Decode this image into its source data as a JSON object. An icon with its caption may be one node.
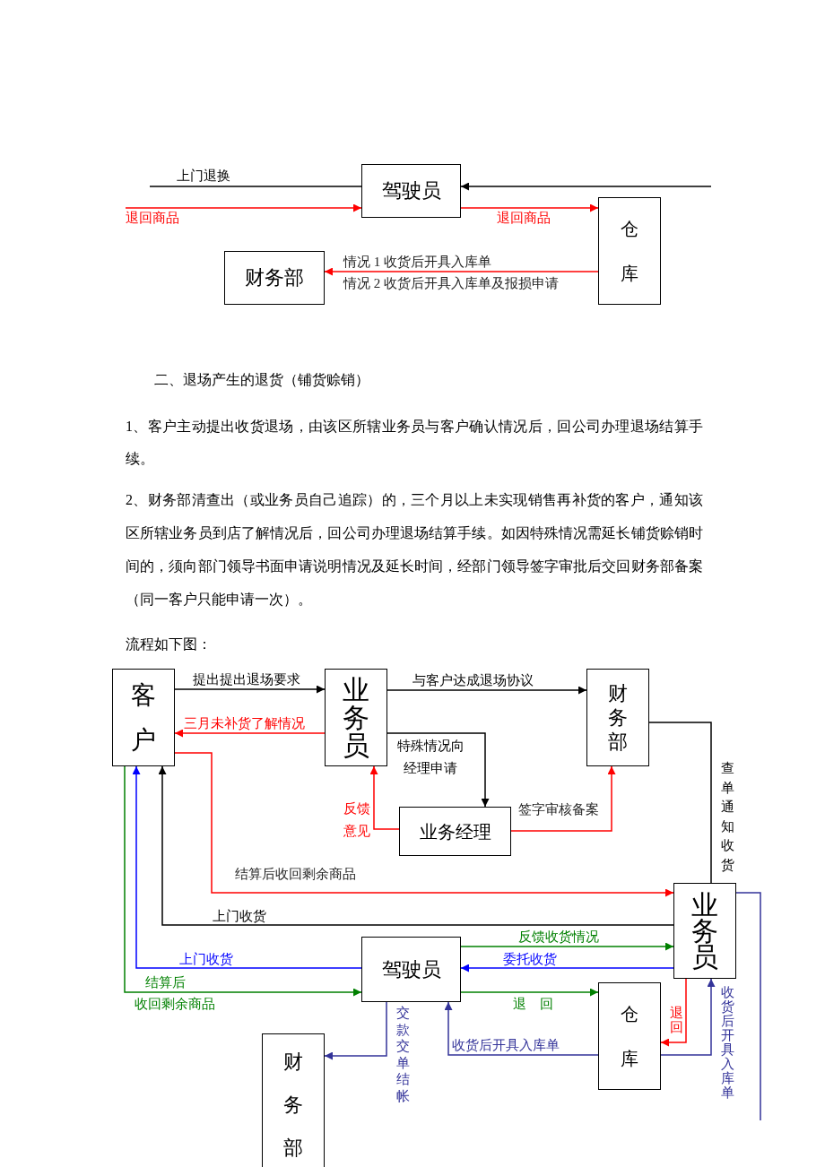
{
  "diagram": {
    "nodes": [
      {
        "text": [
          "驾驶员"
        ]
      },
      {
        "text": [
          "仓库"
        ]
      },
      {
        "text": [
          "财务部"
        ]
      },
      {
        "text": [
          "客户"
        ]
      },
      {
        "text": [
          "业务员"
        ]
      },
      {
        "text": [
          "财务部"
        ]
      },
      {
        "text": [
          "业务经理"
        ]
      },
      {
        "text": [
          "业务员"
        ]
      },
      {
        "text": [
          "驾驶员"
        ]
      },
      {
        "text": [
          "仓库"
        ]
      },
      {
        "text": [
          "财务部"
        ]
      }
    ],
    "edges": [
      {
        "from": null,
        "to": 0,
        "arrow": "none",
        "label": "上门退换",
        "color": "#000000"
      },
      {
        "from": null,
        "to": 0,
        "arrow": "to",
        "color": "#000000"
      },
      {
        "from": null,
        "to": 0,
        "arrow": "to",
        "label": "退回商品",
        "color": "#ff0000"
      },
      {
        "from": 0,
        "to": 1,
        "arrow": "to",
        "label": "退回商品",
        "color": "#ff0000"
      },
      {
        "from": 1,
        "to": 2,
        "arrow": "to",
        "label": "情况 1 收货后开具入库单",
        "color": "#ff0000"
      },
      {
        "from": 3,
        "to": 4,
        "arrow": "to",
        "label": "提出提出退场要求",
        "color": "#000000"
      },
      {
        "from": 4,
        "to": 3,
        "arrow": "to",
        "label": "三月未补货了解情况",
        "color": "#ff0000"
      },
      {
        "from": 4,
        "to": 5,
        "arrow": "to",
        "label": "与客户达成退场协议",
        "color": "#000000"
      },
      {
        "from": 4,
        "to": 6,
        "arrow": "to",
        "label": "特殊情况向经理申请",
        "color": "#000000"
      },
      {
        "from": 6,
        "to": 4,
        "arrow": "to",
        "label": "反馈意见",
        "color": "#ff0000"
      },
      {
        "from": 6,
        "to": 5,
        "arrow": "to",
        "label": "签字审核备案",
        "color": "#ff0000"
      },
      {
        "from": 5,
        "to": 7,
        "arrow": "none",
        "label": "查单通知收货",
        "color": "#000000"
      },
      {
        "from": 3,
        "to": 7,
        "arrow": "to",
        "label": "结算后收回剩余商品",
        "color": "#ff0000"
      },
      {
        "from": 7,
        "to": 3,
        "arrow": "to",
        "label": "上门收货",
        "color": "#000000"
      },
      {
        "from": 8,
        "to": 3,
        "arrow": "to",
        "label": "上门收货",
        "color": "#0000ff"
      },
      {
        "from": 3,
        "to": 8,
        "arrow": "to",
        "label": "结算后",
        "color": "#008000"
      },
      {
        "from": 8,
        "to": 7,
        "arrow": "to",
        "label": "反馈收货情况",
        "color": "#008000"
      },
      {
        "from": 7,
        "to": 8,
        "arrow": "to",
        "label": "委托收货",
        "color": "#0000ff"
      },
      {
        "from": 8,
        "to": 9,
        "arrow": "to",
        "label": "退　回",
        "color": "#008000"
      },
      {
        "from": 8,
        "to": 10,
        "arrow": "to",
        "label": "交款交单结帐",
        "color": "#333399"
      },
      {
        "from": 9,
        "to": 8,
        "arrow": "to",
        "label": "收货后开具入库单",
        "color": "#333399"
      },
      {
        "from": 7,
        "to": 9,
        "arrow": "to",
        "label": "退回",
        "color": "#ff0000"
      },
      {
        "from": 9,
        "to": 7,
        "arrow": "to",
        "label": "收货后开具入库单",
        "color": "#333399"
      },
      {
        "from": 7,
        "to": null,
        "arrow": "none",
        "color": "#333399"
      }
    ],
    "labels": [
      "情况 2 收货后开具入库单及报损申请",
      "二、退场产生的退货（铺货赊销）",
      "1、客户主动提出收货退场，由该区所辖业务员与客户确认情况后，回公司办理退场结算手续。",
      "2、财务部清查出（或业务员自己追踪）的，三个月以上未实现销售再补货的客户，通知该区所辖业务员到店了解情况后，回公司办理退场结算手续。如因特殊情况需延长铺货赊销时间的，须向部门领导书面申请说明情况及延长时间，经部门领导签字审批后交回财务部备案（同一客户只能申请一次）。",
      "流程如下图：",
      "收回剩余商品"
    ]
  }
}
